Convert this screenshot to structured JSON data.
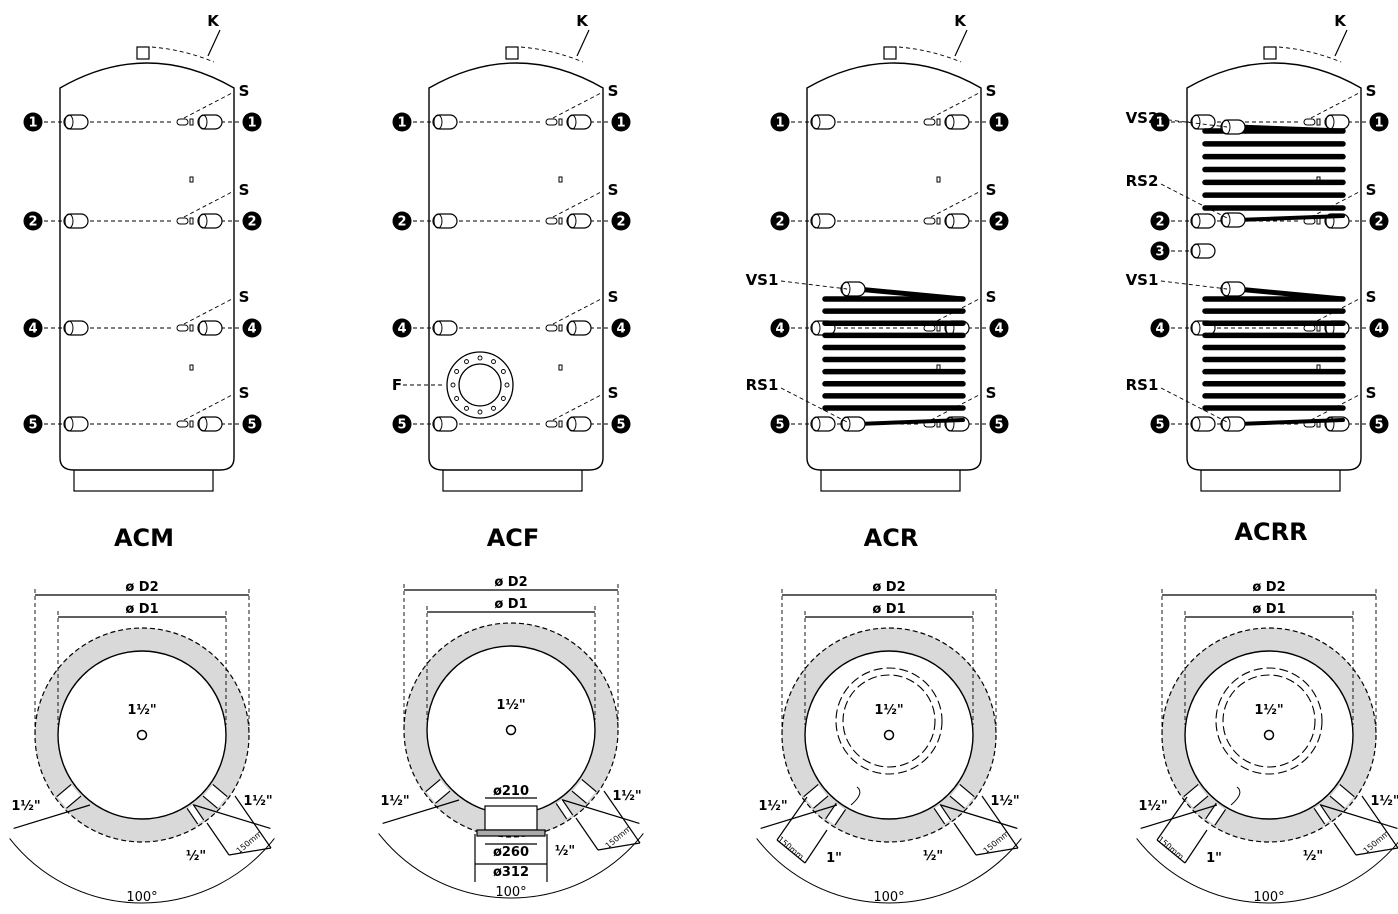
{
  "tanks": [
    {
      "model": "ACM",
      "coil_upper": false,
      "coil_lower": false,
      "flange": false,
      "upper_coil_labels": null,
      "lower_coil_labels": null,
      "flange_label": "",
      "port3": false,
      "plan": {
        "d2": "ø D2",
        "d1": "ø D1",
        "top": "1½\"",
        "left": "1½\"",
        "right": "1½\"",
        "half": "½\"",
        "dist": "150mm",
        "one": "",
        "angle": "100°",
        "coil": false,
        "flange": false,
        "f210": "",
        "f260": "",
        "f312": ""
      }
    },
    {
      "model": "ACF",
      "coil_upper": false,
      "coil_lower": false,
      "flange": true,
      "upper_coil_labels": null,
      "lower_coil_labels": null,
      "flange_label": "F",
      "port3": false,
      "plan": {
        "d2": "ø D2",
        "d1": "ø D1",
        "top": "1½\"",
        "left": "1½\"",
        "right": "1½\"",
        "half": "½\"",
        "dist": "150mm",
        "one": "",
        "angle": "100°",
        "coil": false,
        "flange": true,
        "f210": "ø210",
        "f260": "ø260",
        "f312": "ø312"
      }
    },
    {
      "model": "ACR",
      "coil_upper": false,
      "coil_lower": true,
      "flange": false,
      "upper_coil_labels": null,
      "lower_coil_labels": {
        "vs": "VS1",
        "rs": "RS1"
      },
      "flange_label": "",
      "port3": false,
      "plan": {
        "d2": "ø D2",
        "d1": "ø D1",
        "top": "1½\"",
        "left": "1½\"",
        "right": "1½\"",
        "half": "½\"",
        "dist": "150mm",
        "one": "1\"",
        "angle": "100°",
        "coil": true,
        "flange": false,
        "f210": "",
        "f260": "",
        "f312": ""
      }
    },
    {
      "model": "ACRR",
      "coil_upper": true,
      "coil_lower": true,
      "flange": false,
      "upper_coil_labels": {
        "vs": "VS2",
        "rs": "RS2"
      },
      "lower_coil_labels": {
        "vs": "VS1",
        "rs": "RS1"
      },
      "flange_label": "",
      "port3": true,
      "plan": {
        "d2": "ø D2",
        "d1": "ø D1",
        "top": "1½\"",
        "left": "1½\"",
        "right": "1½\"",
        "half": "½\"",
        "dist": "150mm",
        "one": "1\"",
        "angle": "100°",
        "coil": true,
        "flange": false,
        "f210": "",
        "f260": "",
        "f312": ""
      }
    }
  ],
  "port_numbers": [
    "1",
    "2",
    "4",
    "5"
  ],
  "port3_number": "3",
  "sensor_label": "S",
  "top_label": "K",
  "colors": {
    "insulation": "#d9d9d9",
    "line": "#000000"
  }
}
